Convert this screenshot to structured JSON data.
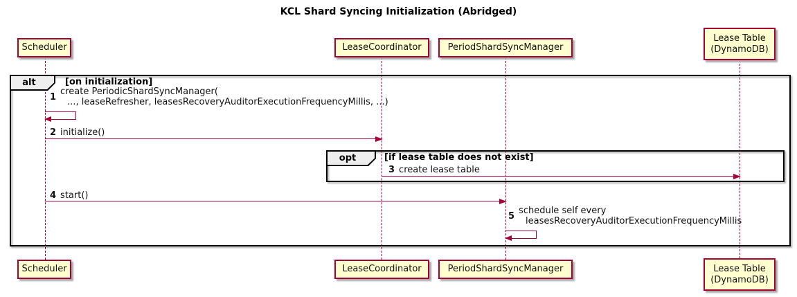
{
  "diagram": {
    "kind": "sequence-diagram",
    "title": "KCL Shard Syncing Initialization (Abridged)"
  },
  "participants": [
    {
      "id": "scheduler",
      "label": "Scheduler"
    },
    {
      "id": "lease-coordinator",
      "label": "LeaseCoordinator"
    },
    {
      "id": "period-shard-sync-manager",
      "label": "PeriodShardSyncManager"
    },
    {
      "id": "lease-table",
      "label_line1": "Lease Table",
      "label_line2": "(DynamoDB)"
    }
  ],
  "frames": {
    "alt": {
      "operator": "alt",
      "guard": "[on initialization]"
    },
    "opt": {
      "operator": "opt",
      "guard": "[if lease table does not exist]"
    }
  },
  "messages": [
    {
      "seq": "1",
      "from": "Scheduler",
      "to": "Scheduler",
      "line1": "create PeriodicShardSyncManager(",
      "line2": "..., leaseRefresher, leasesRecoveryAuditorExecutionFrequencyMillis, ...)"
    },
    {
      "seq": "2",
      "from": "Scheduler",
      "to": "LeaseCoordinator",
      "text": "initialize()"
    },
    {
      "seq": "3",
      "from": "LeaseCoordinator",
      "to": "Lease Table (DynamoDB)",
      "text": "create lease table"
    },
    {
      "seq": "4",
      "from": "Scheduler",
      "to": "PeriodShardSyncManager",
      "text": "start()"
    },
    {
      "seq": "5",
      "from": "PeriodShardSyncManager",
      "to": "PeriodShardSyncManager",
      "line1": "schedule self every",
      "line2": "leasesRecoveryAuditorExecutionFrequencyMillis"
    }
  ],
  "colors": {
    "participant_fill": "#FEFECE",
    "participant_border": "#A80036",
    "lifeline": "#A80036",
    "arrow": "#A80036",
    "frame_border": "#000000",
    "frame_label_fill": "#EEEEEE",
    "background": "#FFFFFF"
  }
}
